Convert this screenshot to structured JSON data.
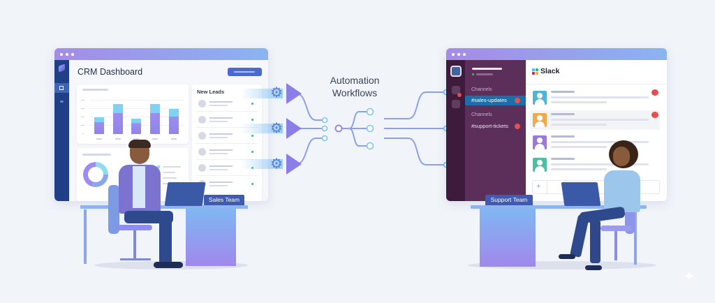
{
  "scene": {
    "center_title_line1": "Automation",
    "center_title_line2": "Workflows",
    "colors": {
      "background": "#f1f4f9",
      "crm_sidebar": "#1f3f86",
      "slack_rail": "#3e1a3d",
      "slack_sidebar": "#5c2f5b",
      "slack_active_channel": "#1b6fa8",
      "flow_line": "#8aa0ea",
      "accent_purple": "#8c7ee8"
    }
  },
  "crm": {
    "title": "CRM Dashboard",
    "leads_title": "New Leads",
    "lead_count": 6,
    "bars": [
      26,
      48,
      25,
      48,
      40
    ],
    "nameplate": "Sales Team",
    "icons": [
      "crm-logo-icon",
      "dashboard-grid-icon",
      "users-icon"
    ]
  },
  "slack": {
    "logo_text": "Slack",
    "channel_header_1": "Channels",
    "channel_1": "#sales-updates",
    "channel_header_2": "Channels",
    "channel_2": "#support-tickets",
    "input_plus": "+",
    "nameplate": "Support Team",
    "messages": [
      {
        "avatar_color": "#4fb5d8",
        "badge": true
      },
      {
        "avatar_color": "#f0a94a",
        "badge": true
      },
      {
        "avatar_color": "#9a7ad6",
        "badge": false
      },
      {
        "avatar_color": "#4fbfa3",
        "badge": false
      }
    ]
  },
  "icons": {
    "gear": "⚙",
    "sparkle": "✦"
  }
}
